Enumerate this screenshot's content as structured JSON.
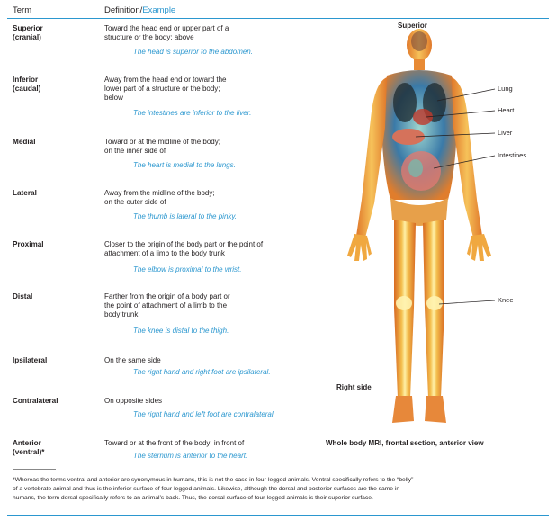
{
  "header": {
    "term_col": "Term",
    "def_col": "Definition/",
    "example_col": "Example"
  },
  "rows": [
    {
      "term": [
        "Superior",
        "(cranial)"
      ],
      "def": [
        "Toward the head end or upper part of a",
        "structure or the body; above"
      ],
      "example": "The head is superior to the abdomen."
    },
    {
      "term": [
        "Inferior",
        "(caudal)"
      ],
      "def": [
        "Away from the head end or toward the",
        "lower part of a structure or the body;",
        "below"
      ],
      "example": "The intestines are inferior to the liver."
    },
    {
      "term": [
        "Medial"
      ],
      "def": [
        "Toward or at the midline of the body;",
        "on the inner side of"
      ],
      "example": "The heart is medial to the lungs."
    },
    {
      "term": [
        "Lateral"
      ],
      "def": [
        "Away from the midline of the body;",
        "on the outer side of"
      ],
      "example": "The thumb is lateral to the pinky."
    },
    {
      "term": [
        "Proximal"
      ],
      "def": [
        "Closer to the origin of the body part or the point of",
        "attachment of a limb to the body trunk"
      ],
      "example": "The elbow is proximal to the wrist."
    },
    {
      "term": [
        "Distal"
      ],
      "def": [
        "Farther from the origin of a body part or",
        "the point of attachment of a limb to the",
        "body trunk"
      ],
      "example": "The knee is distal to the thigh."
    },
    {
      "term": [
        "Ipsilateral"
      ],
      "def": [
        "On the same side"
      ],
      "example": "The right hand and right foot are ipsilateral."
    },
    {
      "term": [
        "Contralateral"
      ],
      "def": [
        "On opposite sides"
      ],
      "example": "The right hand and left foot are contralateral."
    },
    {
      "term": [
        "Anterior",
        "(ventral)*"
      ],
      "def": [
        "Toward or at the front of the body; in front of"
      ],
      "example": "The sternum is anterior to the heart."
    }
  ],
  "figure": {
    "superior_label": "Superior",
    "organs": [
      "Lung",
      "Heart",
      "Liver",
      "Intestines",
      "Knee"
    ],
    "right_side_label": "Right side",
    "caption": "Whole body MRI, frontal section, anterior view"
  },
  "footnote": {
    "line1": "*Whereas the terms ventral and anterior are synonymous in humans, this is not the case in four-legged animals. Ventral specifically refers to the “belly”",
    "line2": "of a vertebrate animal and thus is the inferior surface of four-legged animals. Likewise, although the dorsal and posterior surfaces are the same in",
    "line3": "humans, the term dorsal specifically refers to an animal’s back. Thus, the dorsal surface of four-legged animals is their superior surface."
  },
  "colors": {
    "accent": "#2b97cf",
    "text": "#231f20"
  }
}
